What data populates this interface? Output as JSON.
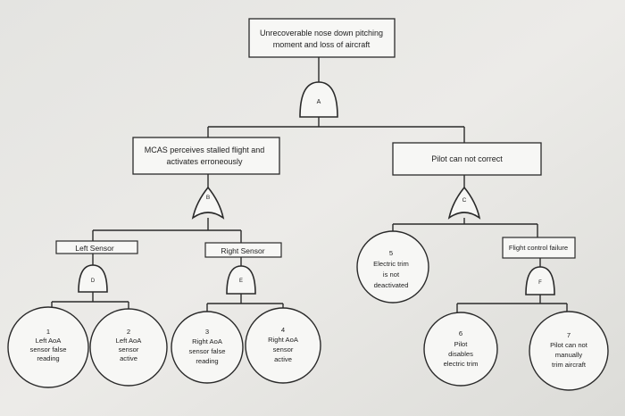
{
  "top_event": {
    "lines": [
      "Unrecoverable nose down pitching",
      "moment and loss of aircraft"
    ]
  },
  "mcas_event": {
    "lines": [
      "MCAS perceives stalled flight and",
      "activates erroneously"
    ]
  },
  "pilot_event": {
    "lines": [
      "Pilot can not correct"
    ]
  },
  "left_sensor": {
    "label": "Left Sensor"
  },
  "right_sensor": {
    "label": "Right Sensor"
  },
  "flight_control": {
    "label": "Flight control failure"
  },
  "gates": {
    "A": "A",
    "B": "B",
    "C": "C",
    "D": "D",
    "E": "E",
    "F": "F"
  },
  "basic_events": {
    "e1": [
      "1",
      "Left AoA",
      "sensor false",
      "reading"
    ],
    "e2": [
      "2",
      "Left AoA",
      "sensor",
      "active"
    ],
    "e3": [
      "3",
      "Right AoA",
      "sensor false",
      "reading"
    ],
    "e4": [
      "4",
      "Right AoA",
      "sensor",
      "active"
    ],
    "e5": [
      "5",
      "Electric trim",
      "is not",
      "deactivated"
    ],
    "e6": [
      "6",
      "Pilot",
      "disables",
      "electric trim"
    ],
    "e7": [
      "7",
      "Pilot can not",
      "manually",
      "trim aircraft"
    ]
  },
  "colors": {
    "background": "#e9e9e7",
    "box_fill": "#f7f7f5",
    "stroke": "#2a2a2a",
    "text": "#1e1e1e"
  }
}
